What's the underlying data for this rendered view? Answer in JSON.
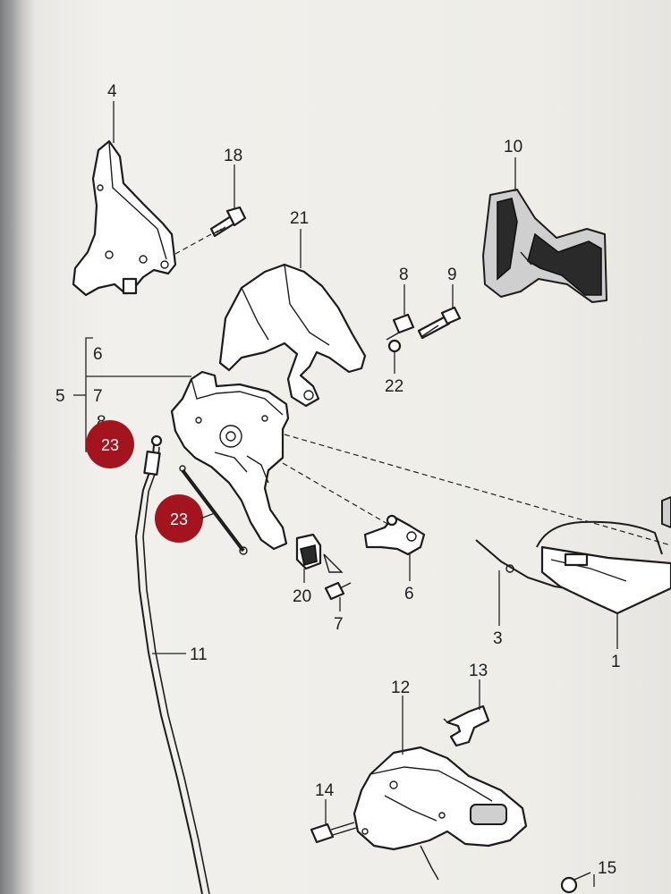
{
  "diagram": {
    "callouts": {
      "c1": "1",
      "c3": "3",
      "c4": "4",
      "c5": "5",
      "c6a": "6",
      "c6b": "6",
      "c7a": "7",
      "c7b": "7",
      "c8a": "8",
      "c8b": "8",
      "c9": "9",
      "c10": "10",
      "c11": "11",
      "c12": "12",
      "c13": "13",
      "c14": "14",
      "c15": "15",
      "c18": "18",
      "c20": "20",
      "c21": "21",
      "c22": "22"
    },
    "badges": {
      "b1": "23",
      "b2": "23"
    },
    "badge_color": "#a3141f"
  }
}
